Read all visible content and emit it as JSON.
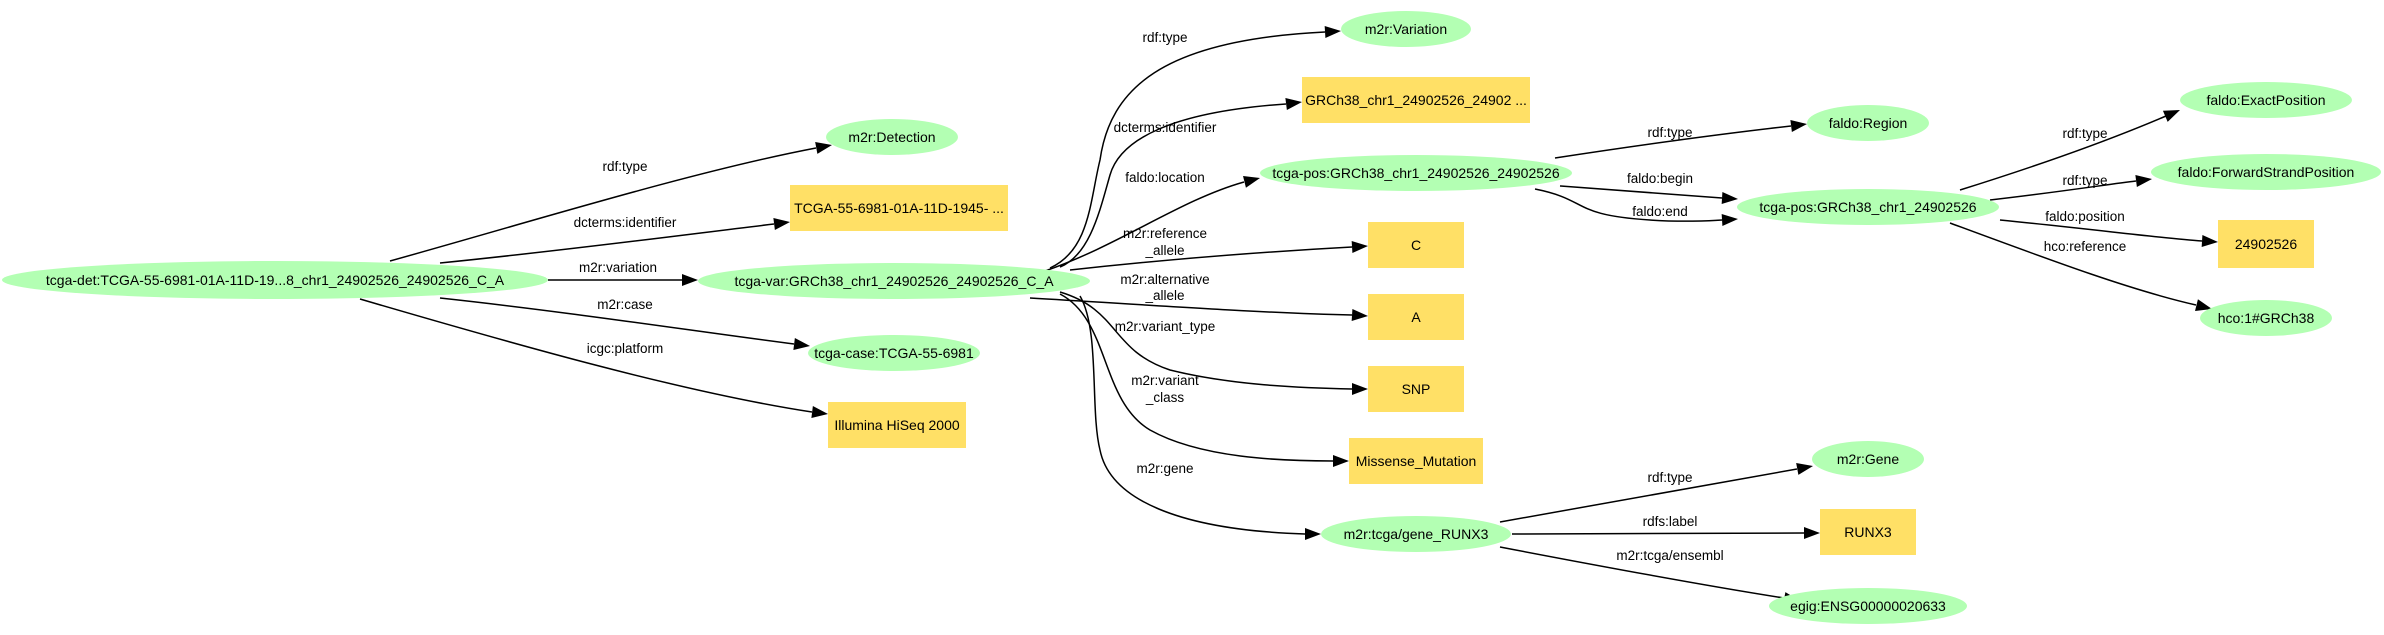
{
  "nodes": {
    "det": {
      "label": "tcga-det:TCGA-55-6981-01A-11D-19...8_chr1_24902526_24902526_C_A",
      "shape": "ellipse"
    },
    "detection": {
      "label": "m2r:Detection",
      "shape": "ellipse"
    },
    "det_id": {
      "label": "TCGA-55-6981-01A-11D-1945- ...",
      "shape": "box"
    },
    "var": {
      "label": "tcga-var:GRCh38_chr1_24902526_24902526_C_A",
      "shape": "ellipse"
    },
    "case": {
      "label": "tcga-case:TCGA-55-6981",
      "shape": "ellipse"
    },
    "platform": {
      "label": "Illumina HiSeq 2000",
      "shape": "box"
    },
    "variation": {
      "label": "m2r:Variation",
      "shape": "ellipse"
    },
    "var_id": {
      "label": "GRCh38_chr1_24902526_24902 ...",
      "shape": "box"
    },
    "pos": {
      "label": "tcga-pos:GRCh38_chr1_24902526_24902526",
      "shape": "ellipse"
    },
    "ref_c": {
      "label": "C",
      "shape": "box"
    },
    "alt_a": {
      "label": "A",
      "shape": "box"
    },
    "snp": {
      "label": "SNP",
      "shape": "box"
    },
    "missense": {
      "label": "Missense_Mutation",
      "shape": "box"
    },
    "gene": {
      "label": "m2r:tcga/gene_RUNX3",
      "shape": "ellipse"
    },
    "region": {
      "label": "faldo:Region",
      "shape": "ellipse"
    },
    "pos2": {
      "label": "tcga-pos:GRCh38_chr1_24902526",
      "shape": "ellipse"
    },
    "exactpos": {
      "label": "faldo:ExactPosition",
      "shape": "ellipse"
    },
    "fwdpos": {
      "label": "faldo:ForwardStrandPosition",
      "shape": "ellipse"
    },
    "position_val": {
      "label": "24902526",
      "shape": "box"
    },
    "grch38": {
      "label": "hco:1#GRCh38",
      "shape": "ellipse"
    },
    "m2r_gene": {
      "label": "m2r:Gene",
      "shape": "ellipse"
    },
    "runx3": {
      "label": "RUNX3",
      "shape": "box"
    },
    "ensembl": {
      "label": "egig:ENSG00000020633",
      "shape": "ellipse"
    }
  },
  "edges": [
    {
      "id": "e1",
      "label": "rdf:type"
    },
    {
      "id": "e2",
      "label": "dcterms:identifier"
    },
    {
      "id": "e3",
      "label": "m2r:variation"
    },
    {
      "id": "e4",
      "label": "m2r:case"
    },
    {
      "id": "e5",
      "label": "icgc:platform"
    },
    {
      "id": "e6",
      "label": "rdf:type"
    },
    {
      "id": "e7",
      "label": "dcterms:identifier"
    },
    {
      "id": "e8",
      "label": "faldo:location"
    },
    {
      "id": "e9",
      "label": [
        "m2r:reference",
        "_allele"
      ]
    },
    {
      "id": "e10",
      "label": [
        "m2r:alternative",
        "_allele"
      ]
    },
    {
      "id": "e11",
      "label": "m2r:variant_type"
    },
    {
      "id": "e12",
      "label": [
        "m2r:variant",
        "_class"
      ]
    },
    {
      "id": "e13",
      "label": "m2r:gene"
    },
    {
      "id": "e14",
      "label": "rdf:type"
    },
    {
      "id": "e15",
      "label": "faldo:begin"
    },
    {
      "id": "e16",
      "label": "faldo:end"
    },
    {
      "id": "e17",
      "label": "rdf:type"
    },
    {
      "id": "e18",
      "label": "rdf:type"
    },
    {
      "id": "e19",
      "label": "faldo:position"
    },
    {
      "id": "e20",
      "label": "hco:reference"
    },
    {
      "id": "e21",
      "label": "rdf:type"
    },
    {
      "id": "e22",
      "label": "rdfs:label"
    },
    {
      "id": "e23",
      "label": "m2r:tcga/ensembl"
    }
  ]
}
